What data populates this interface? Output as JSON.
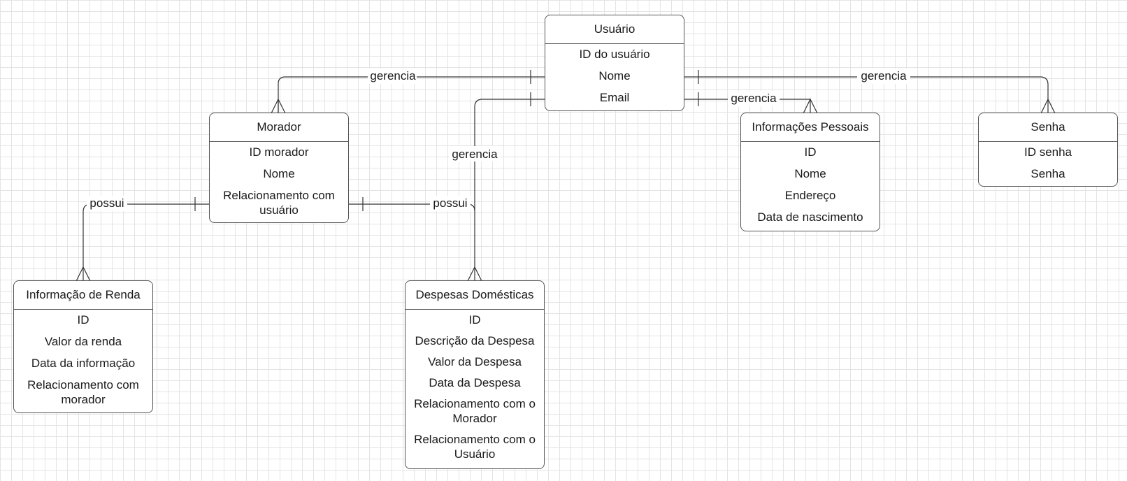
{
  "entities": {
    "usuario": {
      "title": "Usuário",
      "attributes": [
        "ID do usuário",
        "Nome",
        "Email"
      ]
    },
    "morador": {
      "title": "Morador",
      "attributes": [
        "ID morador",
        "Nome",
        "Relacionamento com usuário"
      ]
    },
    "informacoes_pessoais": {
      "title": "Informações Pessoais",
      "attributes": [
        "ID",
        "Nome",
        "Endereço",
        "Data de nascimento"
      ]
    },
    "senha": {
      "title": "Senha",
      "attributes": [
        "ID senha",
        "Senha"
      ]
    },
    "informacao_renda": {
      "title": "Informação de Renda",
      "attributes": [
        "ID",
        "Valor da renda",
        "Data da informação",
        "Relacionamento com morador"
      ]
    },
    "despesas": {
      "title": "Despesas Domésticas",
      "attributes": [
        "ID",
        "Descrição da Despesa",
        "Valor da Despesa",
        "Data da Despesa",
        "Relacionamento com o Morador",
        "Relacionamento com o Usuário"
      ]
    }
  },
  "relationships": [
    {
      "id": "usuario-morador",
      "label": "gerencia",
      "from": "Usuário",
      "to": "Morador",
      "cardinality": "one-to-many"
    },
    {
      "id": "usuario-despesas",
      "label": "gerencia",
      "from": "Usuário",
      "to": "Despesas Domésticas",
      "cardinality": "one-to-many"
    },
    {
      "id": "usuario-info",
      "label": "gerencia",
      "from": "Usuário",
      "to": "Informações Pessoais",
      "cardinality": "one-to-many"
    },
    {
      "id": "usuario-senha",
      "label": "gerencia",
      "from": "Usuário",
      "to": "Senha",
      "cardinality": "one-to-many"
    },
    {
      "id": "morador-renda",
      "label": "possui",
      "from": "Morador",
      "to": "Informação de Renda",
      "cardinality": "one-to-many"
    },
    {
      "id": "morador-despesas",
      "label": "possui",
      "from": "Morador",
      "to": "Despesas Domésticas",
      "cardinality": "one-to-many"
    }
  ]
}
